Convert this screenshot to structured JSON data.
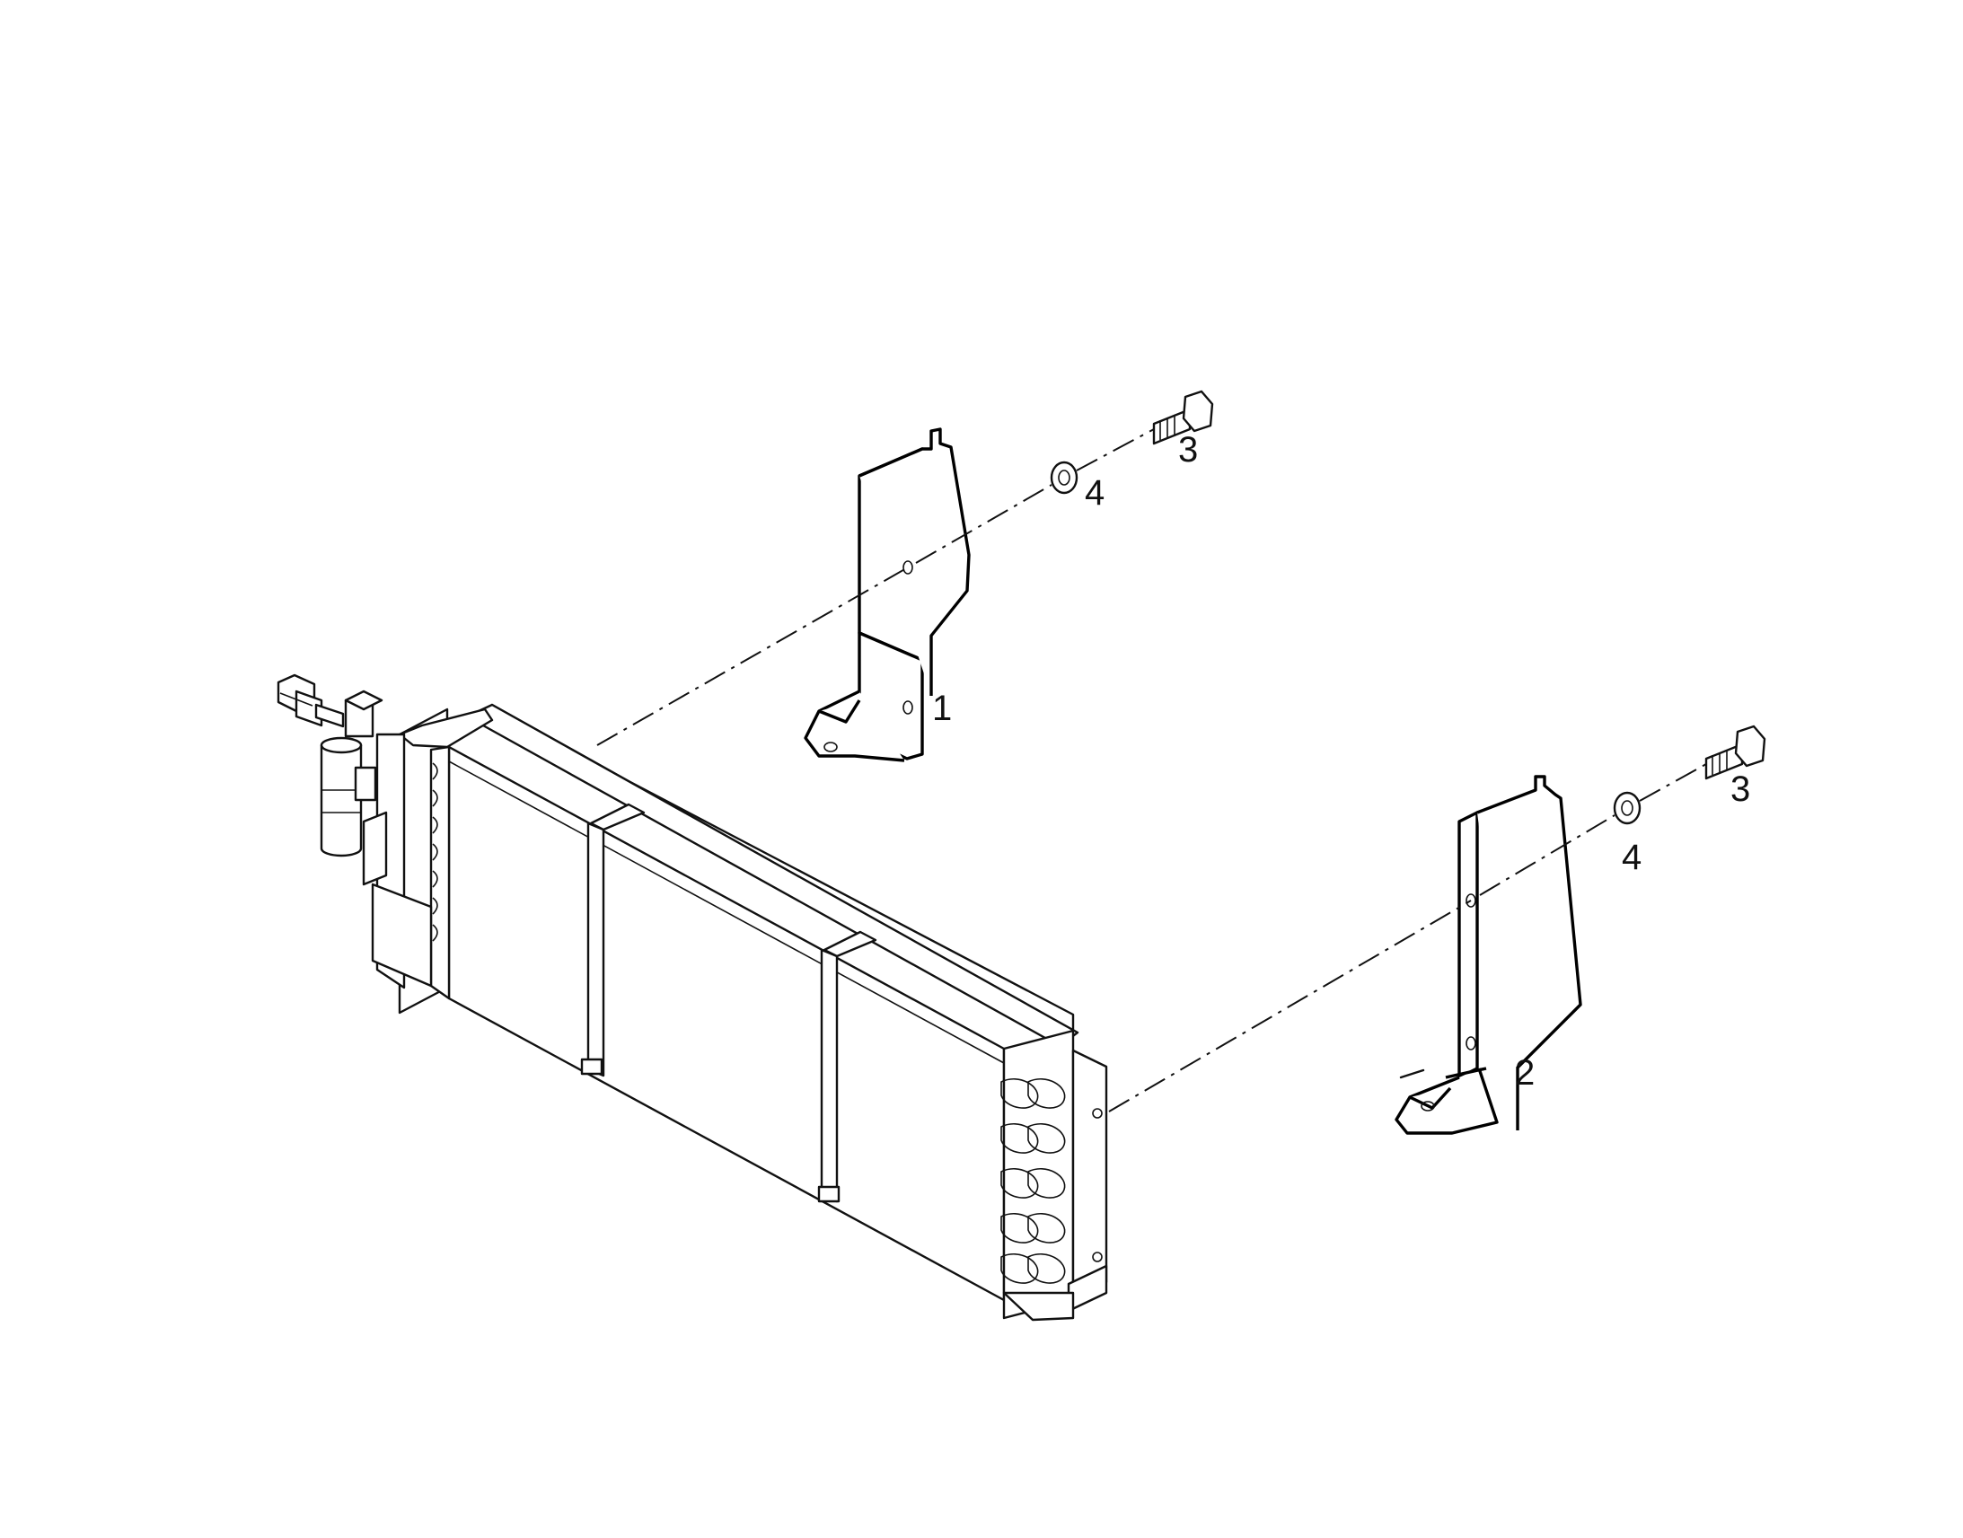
{
  "callouts": {
    "bracket_1": "1",
    "bracket_2": "2",
    "screw_upper": "3",
    "screw_lower": "3",
    "washer_upper": "4",
    "washer_lower": "4"
  },
  "colors": {
    "line": "#111111",
    "background": "#ffffff"
  }
}
